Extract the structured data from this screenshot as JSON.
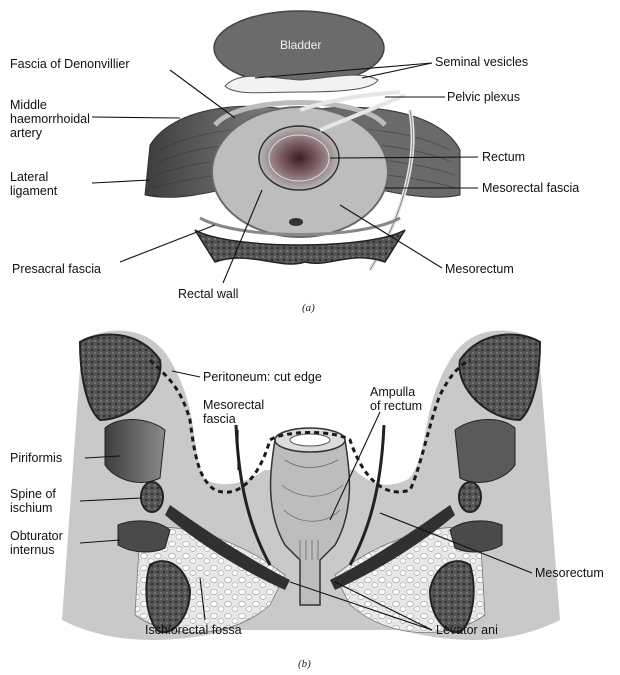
{
  "panel_a": {
    "caption": "(a)",
    "bladder": "Bladder",
    "labels": {
      "fascia_denonvillier": "Fascia of Denonvillier",
      "middle_artery": "Middle\nhaemorrhoidal\nartery",
      "lateral_ligament": "Lateral\nligament",
      "presacral_fascia": "Presacral fascia",
      "rectal_wall": "Rectal wall",
      "seminal_vesicles": "Seminal vesicles",
      "pelvic_plexus": "Pelvic plexus",
      "rectum": "Rectum",
      "mesorectal_fascia": "Mesorectal fascia",
      "mesorectum": "Mesorectum"
    }
  },
  "panel_b": {
    "caption": "(b)",
    "labels": {
      "peritoneum": "Peritoneum: cut edge",
      "mesorectal_fascia": "Mesorectal\nfascia",
      "ampulla": "Ampulla\nof rectum",
      "piriformis": "Piriformis",
      "spine_ischium": "Spine of\nischium",
      "obturator": "Obturator\ninternus",
      "mesorectum": "Mesorectum",
      "ischiorectal_fossa": "Ischiorectal fossa",
      "levator_ani": "Levator ani"
    }
  }
}
